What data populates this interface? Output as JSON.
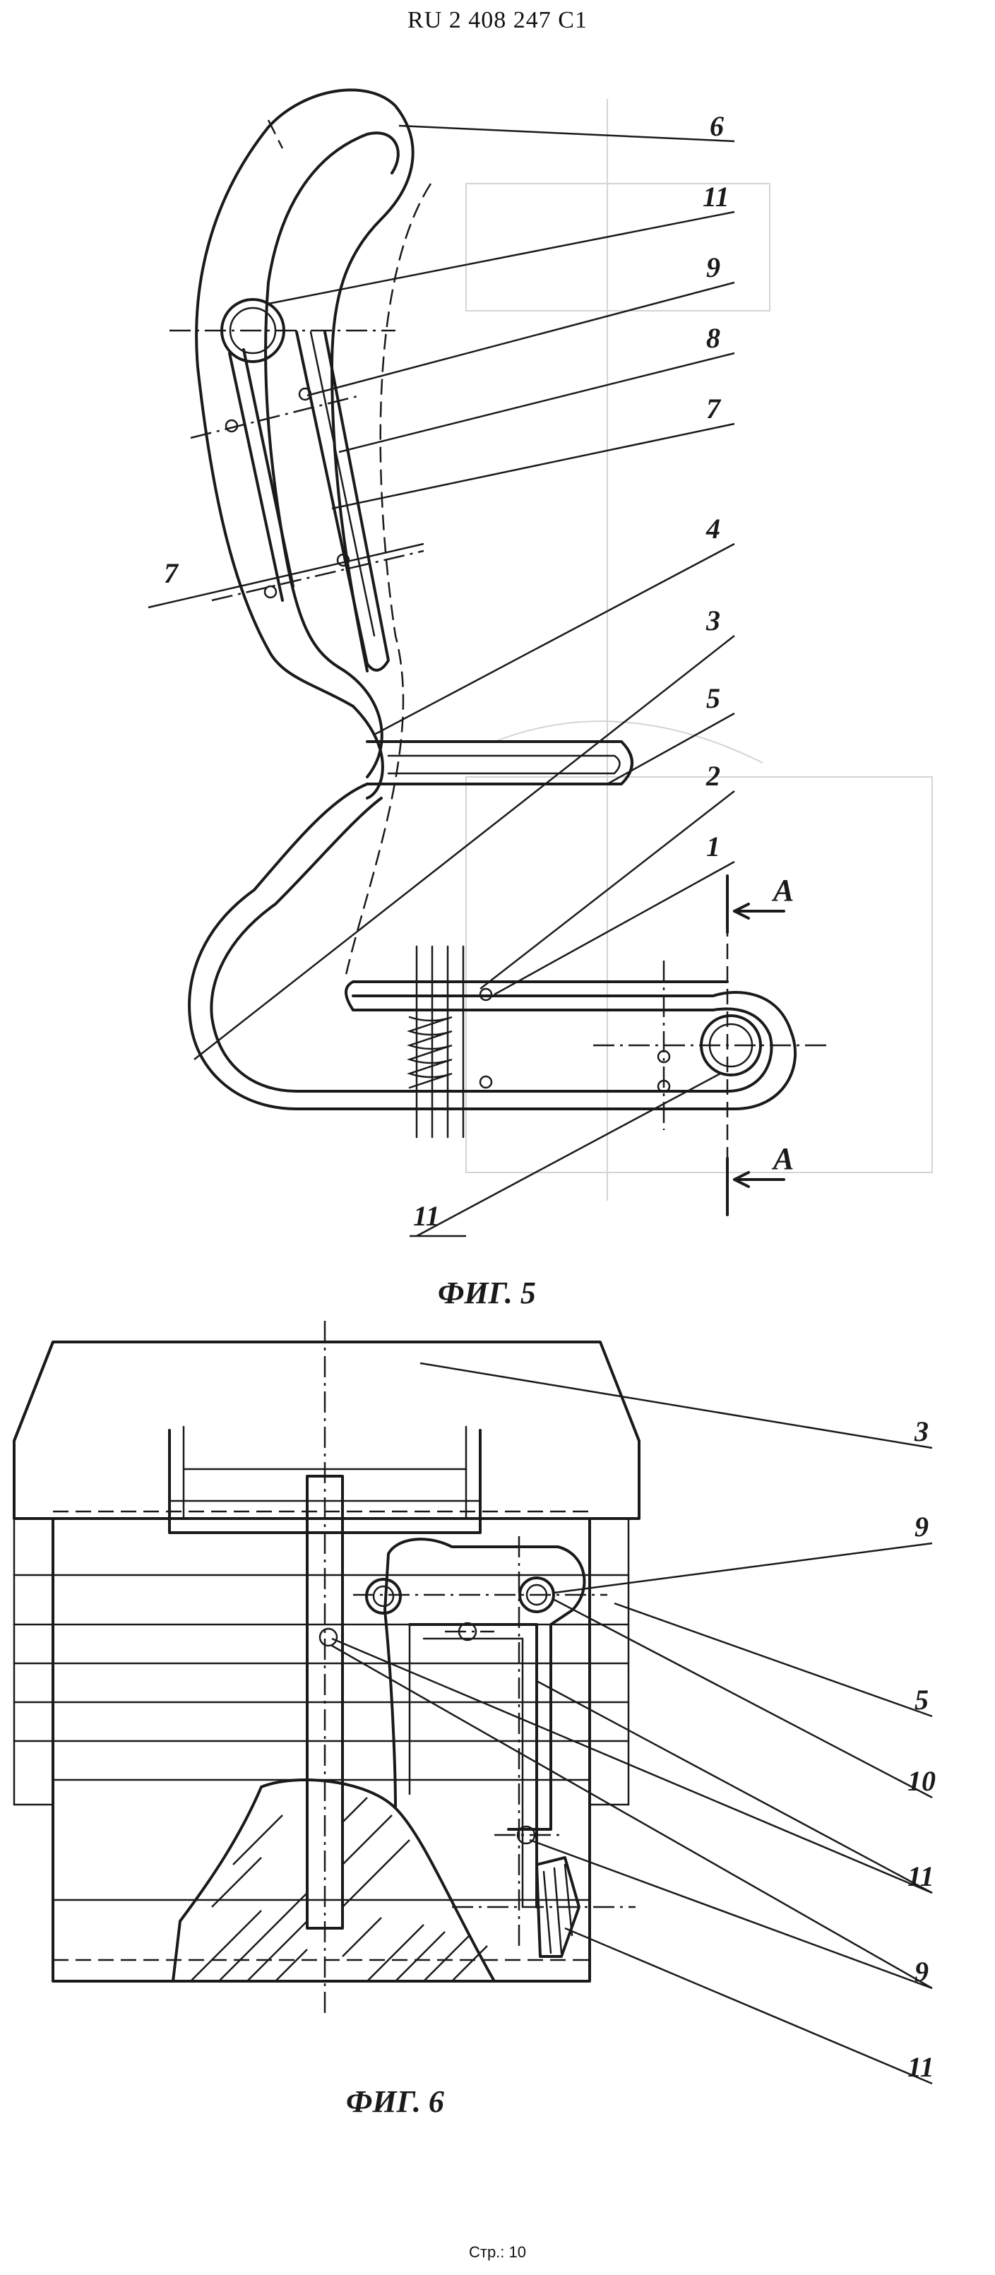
{
  "header": {
    "patent_number": "RU   2 408 247   C1"
  },
  "figure5": {
    "caption": "ФИГ. 5",
    "labels": [
      "6",
      "11",
      "9",
      "8",
      "7",
      "7",
      "4",
      "3",
      "5",
      "2",
      "1",
      "11"
    ],
    "section_mark": "А"
  },
  "figure6": {
    "caption": "ФИГ. 6",
    "labels": [
      "3",
      "9",
      "5",
      "10",
      "11",
      "9",
      "11"
    ]
  },
  "footer": {
    "page_label": "Стр.:  10"
  }
}
